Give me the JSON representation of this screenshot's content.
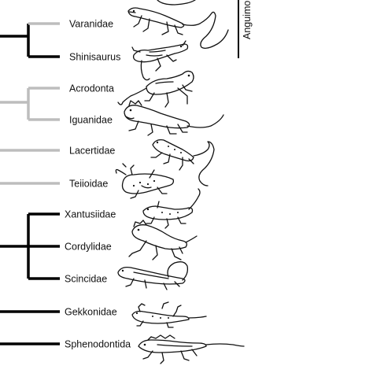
{
  "colors": {
    "branch_dark": "#000000",
    "branch_light": "#bdbdbd",
    "text": "#111111",
    "background": "#ffffff"
  },
  "clade_label": "Anguimo",
  "taxa": [
    {
      "name": "Varanidae",
      "branch": "dark"
    },
    {
      "name": "Shinisaurus",
      "branch": "dark"
    },
    {
      "name": "Acrodonta",
      "branch": "light"
    },
    {
      "name": "Iguanidae",
      "branch": "light"
    },
    {
      "name": "Lacertidae",
      "branch": "light"
    },
    {
      "name": "Teiioidae",
      "branch": "light"
    },
    {
      "name": "Xantusiidae",
      "branch": "dark"
    },
    {
      "name": "Cordylidae",
      "branch": "dark"
    },
    {
      "name": "Scincidae",
      "branch": "dark"
    },
    {
      "name": "Gekkonidae",
      "branch": "dark"
    },
    {
      "name": "Sphenodontida",
      "branch": "dark"
    }
  ],
  "icons": [
    "monitor-lizard-icon",
    "shinisaurus-lizard-icon",
    "agamid-lizard-icon",
    "iguana-icon",
    "lacertid-lizard-icon",
    "teiid-lizard-icon",
    "night-lizard-icon",
    "girdled-lizard-icon",
    "skink-icon",
    "gecko-icon",
    "tuatara-icon"
  ]
}
